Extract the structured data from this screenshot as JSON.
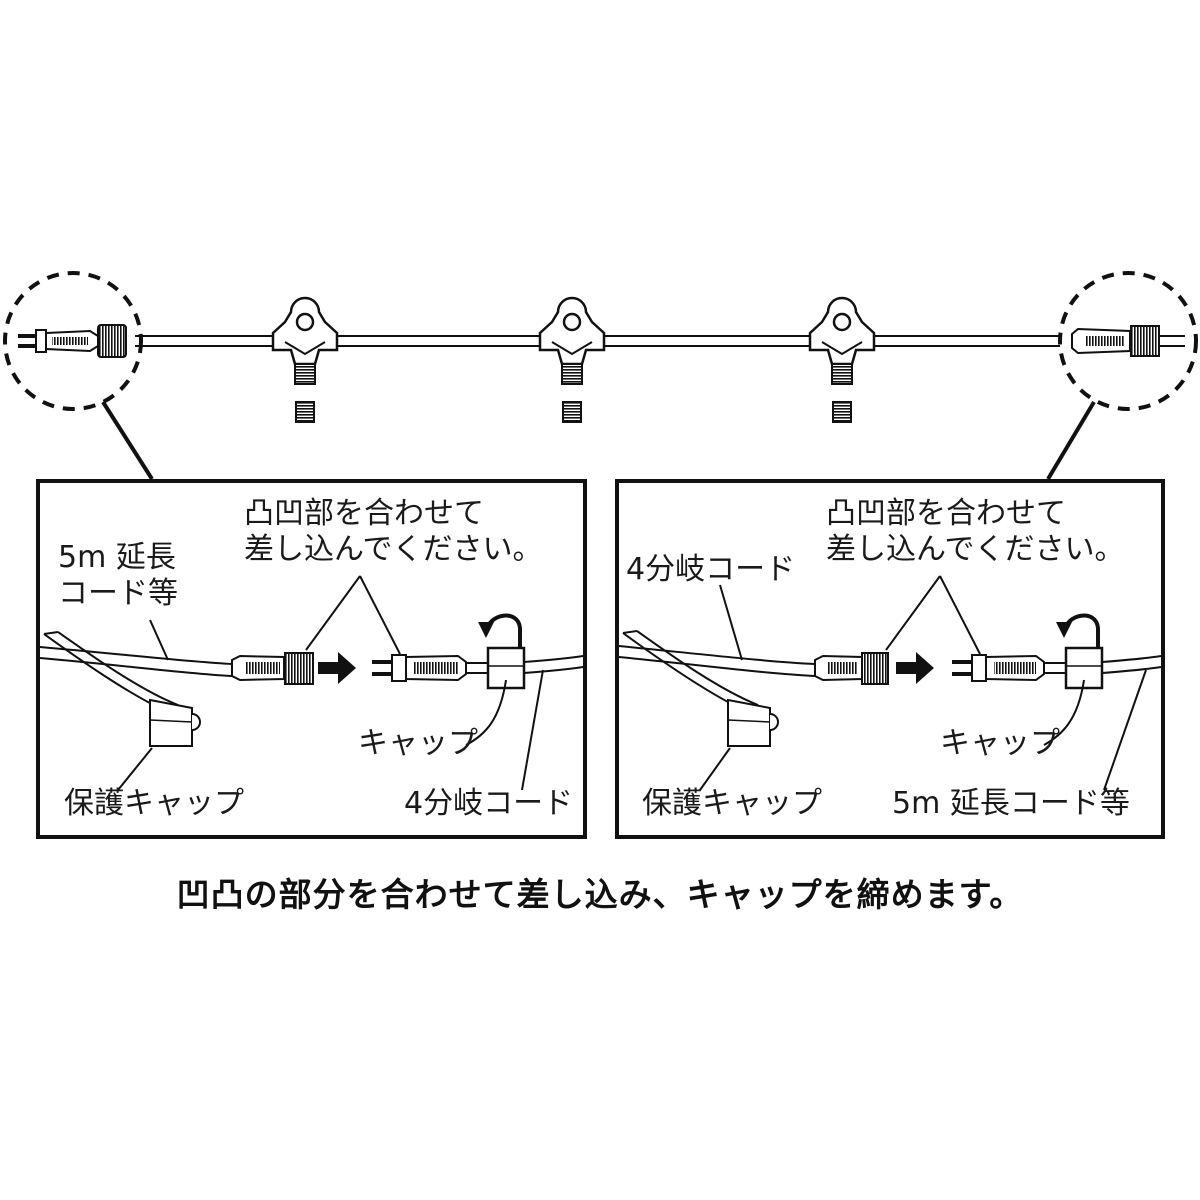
{
  "left_panel": {
    "label_top_cord": "5m 延長\nコード等",
    "label_align": "凸凹部を合わせて\n差し込んでください。",
    "label_cap": "キャップ",
    "label_protect_cap": "保護キャップ",
    "label_branch_cord": "4分岐コード"
  },
  "right_panel": {
    "label_top_cord": "4分岐コード",
    "label_align": "凸凹部を合わせて\n差し込んでください。",
    "label_cap": "キャップ",
    "label_protect_cap": "保護キャップ",
    "label_ext_cord": "5m 延長コード等"
  },
  "caption": "凹凸の部分を合わせて差し込み、キャップを締めます。"
}
